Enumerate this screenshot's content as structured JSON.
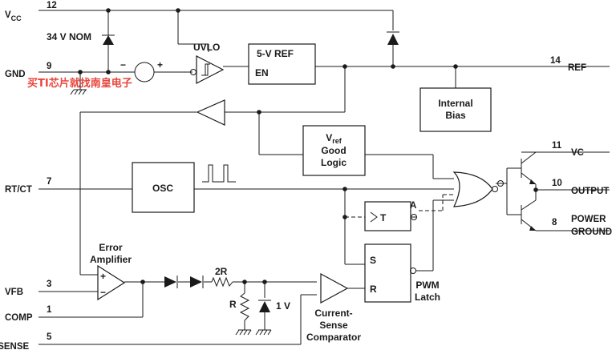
{
  "pins": {
    "vcc_main": "V",
    "vcc_sub": "CC",
    "vcc_num": "12",
    "gnd": "GND",
    "gnd_num": "9",
    "rtct": "RT/CT",
    "rtct_num": "7",
    "vfb": "VFB",
    "vfb_num": "3",
    "comp": "COMP",
    "comp_num": "1",
    "isense": "ISENSE",
    "isense_num": "5",
    "ref": "REF",
    "ref_num": "14",
    "vc": "VC",
    "vc_num": "11",
    "output": "OUTPUT",
    "output_num": "10",
    "pgnd_line1": "POWER",
    "pgnd_line2": "GROUND",
    "pgnd_num": "8"
  },
  "blocks": {
    "zener": "34 V NOM",
    "uvlo": "UVLO",
    "ref5v": "5-V REF",
    "en": "EN",
    "internal_bias_1": "Internal",
    "internal_bias_2": "Bias",
    "vref_main": "V",
    "vref_sub": "ref",
    "good": "Good",
    "logic": "Logic",
    "osc": "OSC",
    "toggle": "T",
    "toggle_a": "A",
    "error_amp_1": "Error",
    "error_amp_2": "Amplifier",
    "amp_plus": "+",
    "amp_minus": "−",
    "res_2r": "2R",
    "res_r": "R",
    "one_volt": "1 V",
    "cs_1": "Current-",
    "cs_2": "Sense",
    "cs_3": "Comparator",
    "latch_s": "S",
    "latch_r": "R",
    "pwm_1": "PWM",
    "pwm_2": "Latch",
    "sum_minus": "−",
    "sum_plus": "+"
  },
  "watermark": "买TI芯片就找南皇电子",
  "colors": {
    "wire": "#1a1a1a",
    "watermark": "#e8453c"
  }
}
